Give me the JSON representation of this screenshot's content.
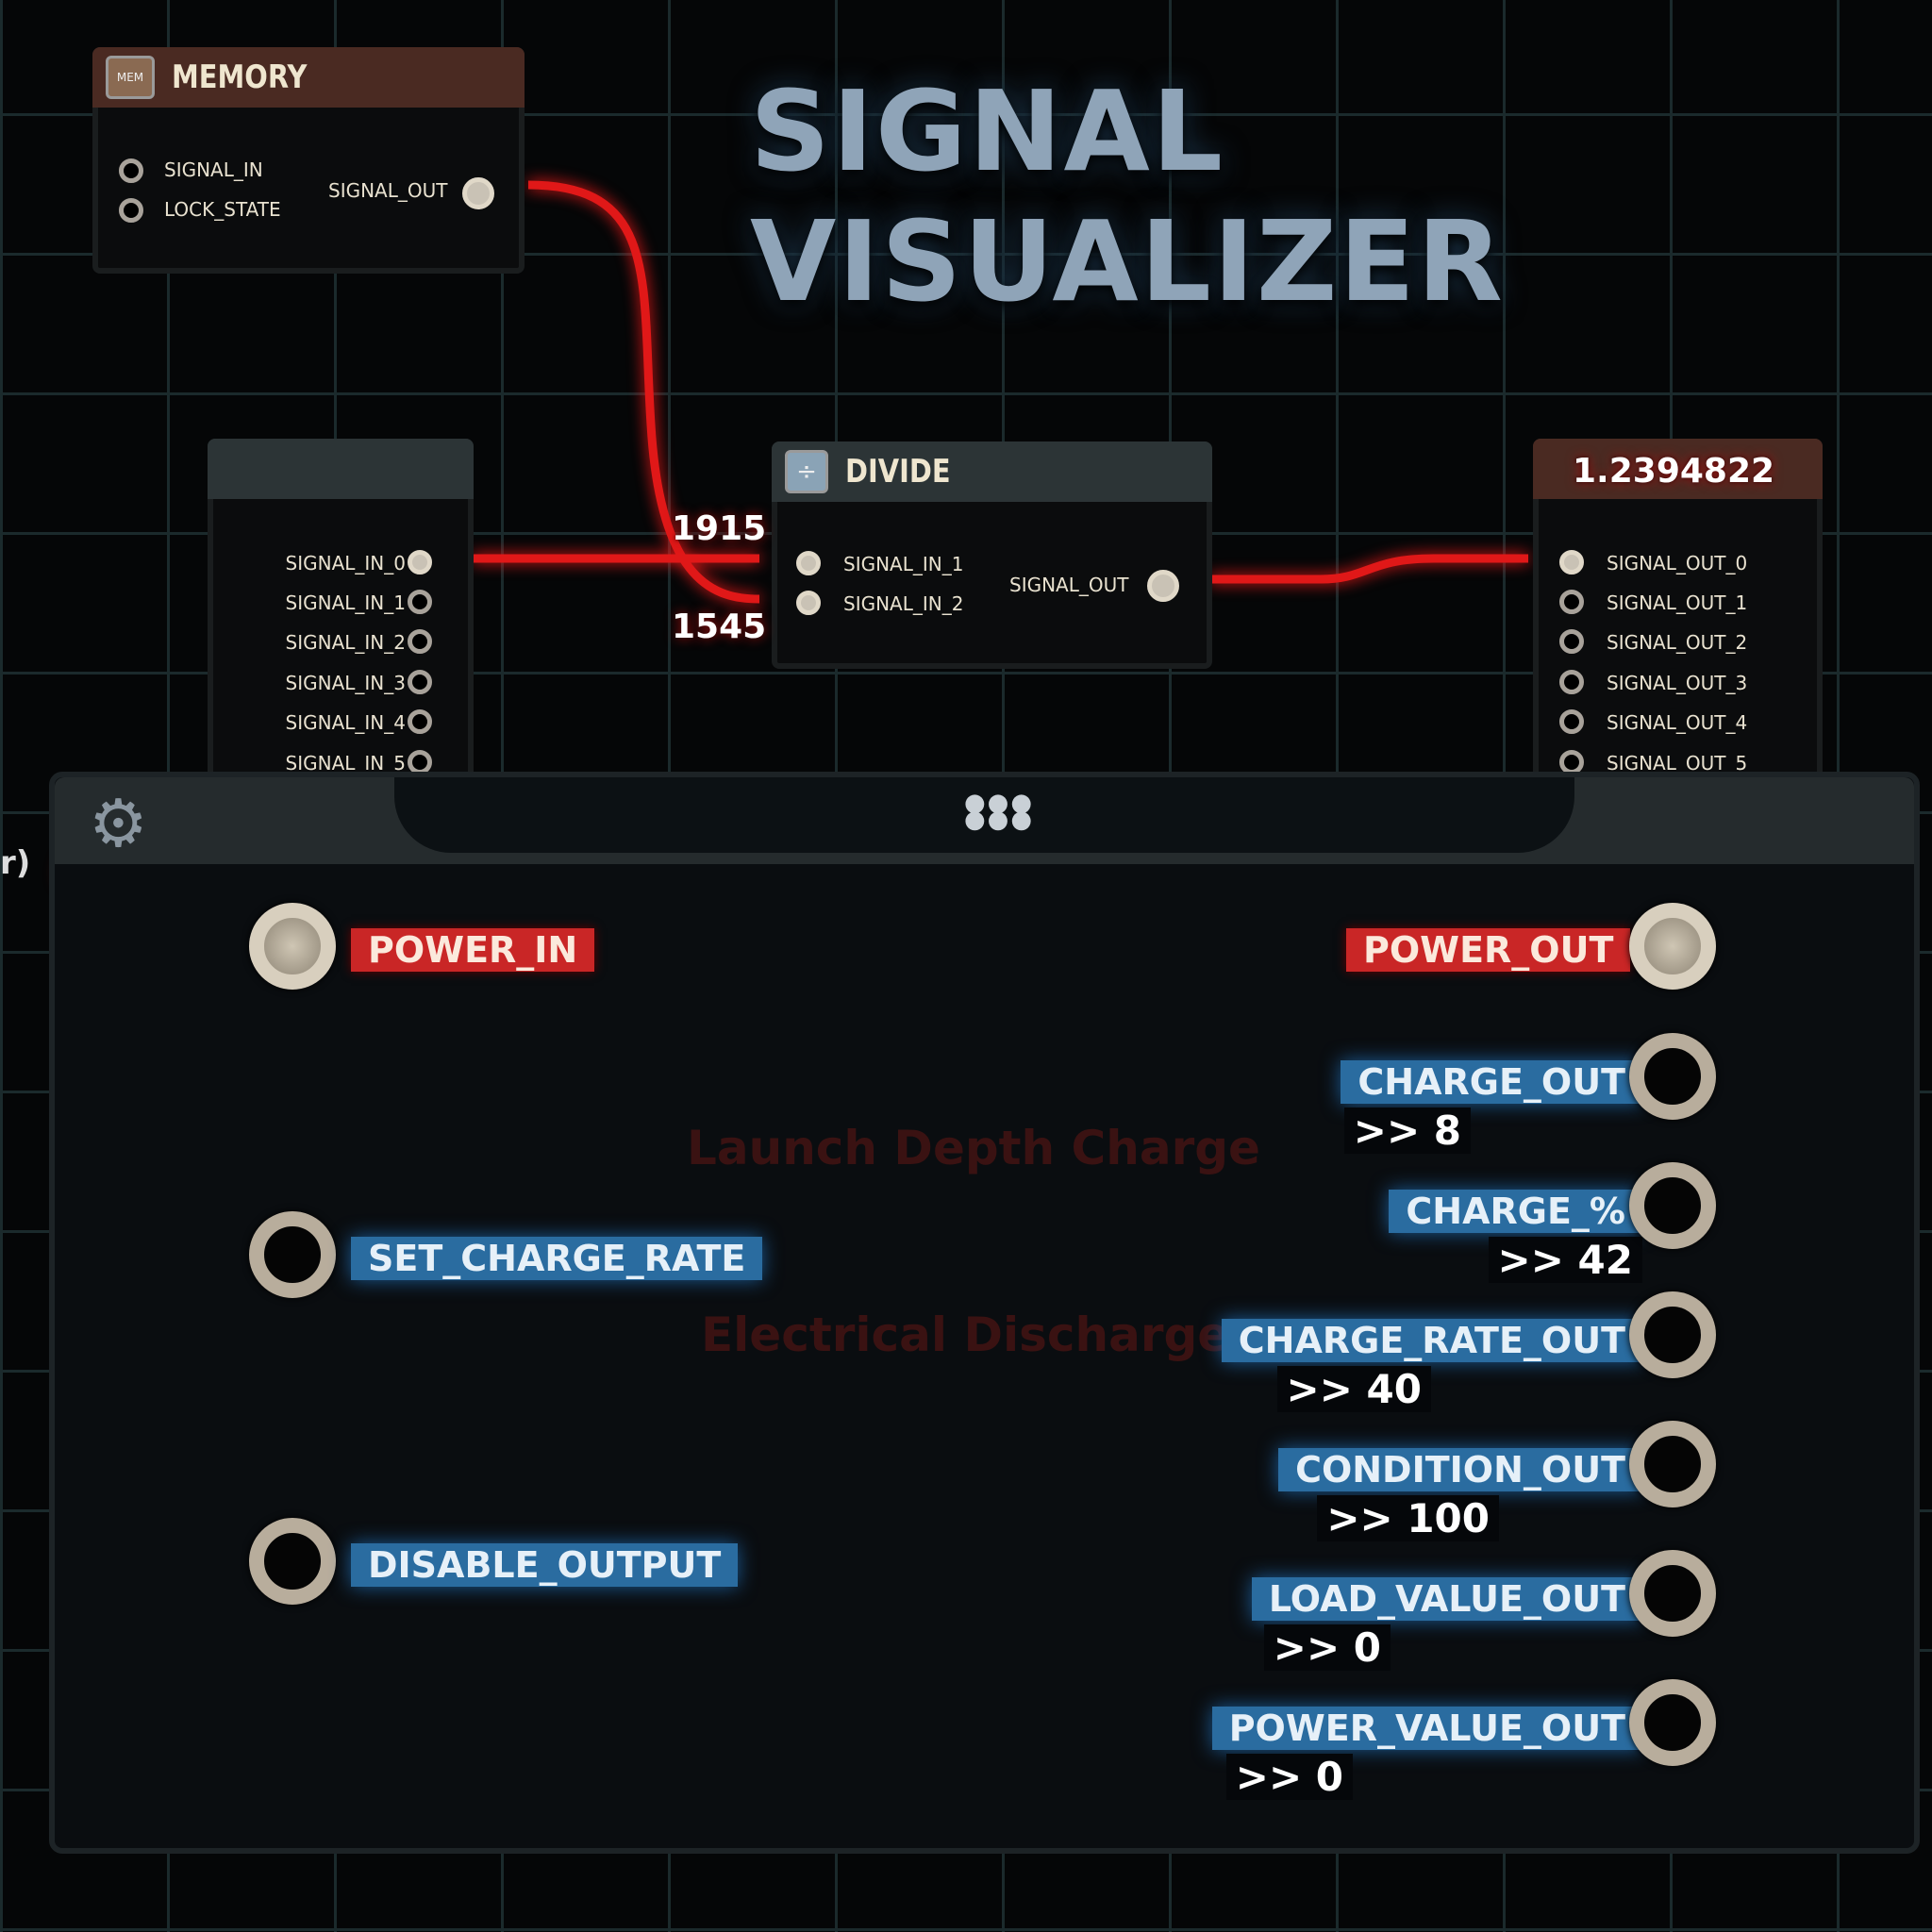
{
  "title": "SIGNAL VISUALIZER",
  "memory_node": {
    "title": "MEMORY",
    "icon": "memory-chip-icon",
    "icon_text": "MEM",
    "inputs": [
      "SIGNAL_IN",
      "LOCK_STATE"
    ],
    "output": "SIGNAL_OUT"
  },
  "left_node": {
    "inputs": [
      "SIGNAL_IN_0",
      "SIGNAL_IN_1",
      "SIGNAL_IN_2",
      "SIGNAL_IN_3",
      "SIGNAL_IN_4",
      "SIGNAL_IN_5"
    ]
  },
  "divide_node": {
    "title": "DIVIDE",
    "icon": "divide-icon",
    "inputs": [
      "SIGNAL_IN_1",
      "SIGNAL_IN_2"
    ],
    "input_values": [
      "1915",
      "1545"
    ],
    "output": "SIGNAL_OUT"
  },
  "right_node": {
    "value": "1.2394822",
    "outputs": [
      "SIGNAL_OUT_0",
      "SIGNAL_OUT_1",
      "SIGNAL_OUT_2",
      "SIGNAL_OUT_3",
      "SIGNAL_OUT_4",
      "SIGNAL_OUT_5"
    ]
  },
  "background_text": {
    "left_edge": "r)",
    "ghost1": "Launch Depth Charge",
    "ghost2": "Electrical Discharge"
  },
  "panel": {
    "settings_icon": "gear-icon",
    "drag_handle_icon": "grip-dots-icon",
    "power_in": "POWER_IN",
    "power_out": "POWER_OUT",
    "inputs": [
      "SET_CHARGE_RATE",
      "DISABLE_OUTPUT"
    ],
    "outputs": [
      {
        "label": "CHARGE_OUT",
        "value": ">> 8"
      },
      {
        "label": "CHARGE_%",
        "value": ">> 42"
      },
      {
        "label": "CHARGE_RATE_OUT",
        "value": ">> 40"
      },
      {
        "label": "CONDITION_OUT",
        "value": ">> 100"
      },
      {
        "label": "LOAD_VALUE_OUT",
        "value": ">> 0"
      },
      {
        "label": "POWER_VALUE_OUT",
        "value": ">> 0"
      }
    ]
  },
  "colors": {
    "wire": "#e01818",
    "tag_red": "#c92626",
    "tag_blue": "#2a6ca0",
    "memory_header": "#4a2a22",
    "divide_header": "#2c3436"
  }
}
